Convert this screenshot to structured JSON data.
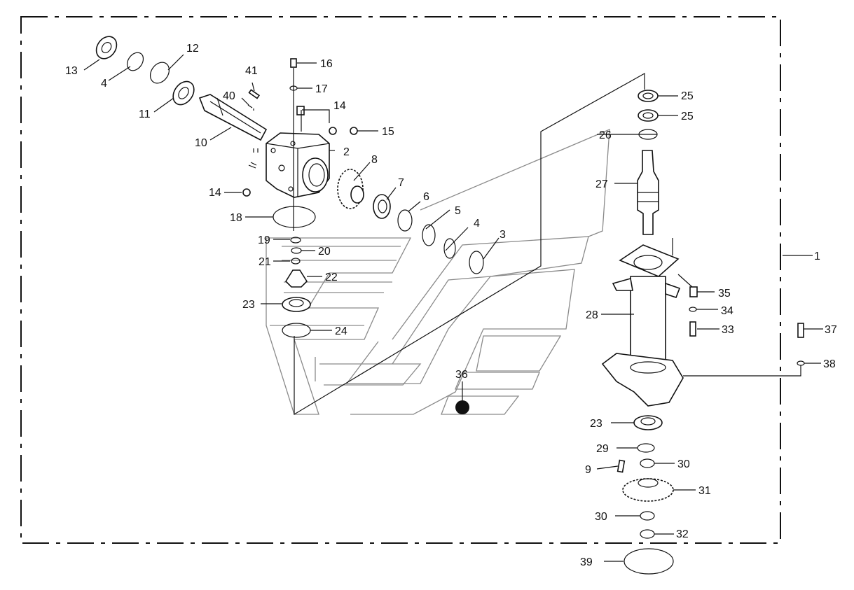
{
  "diagram": {
    "type": "exploded-parts-view",
    "labels": [
      {
        "id": "lbl-1",
        "text": "1"
      },
      {
        "id": "lbl-2",
        "text": "2"
      },
      {
        "id": "lbl-3",
        "text": "3"
      },
      {
        "id": "lbl-4a",
        "text": "4"
      },
      {
        "id": "lbl-4b",
        "text": "4"
      },
      {
        "id": "lbl-5",
        "text": "5"
      },
      {
        "id": "lbl-6",
        "text": "6"
      },
      {
        "id": "lbl-7",
        "text": "7"
      },
      {
        "id": "lbl-8",
        "text": "8"
      },
      {
        "id": "lbl-9",
        "text": "9"
      },
      {
        "id": "lbl-10",
        "text": "10"
      },
      {
        "id": "lbl-11",
        "text": "11"
      },
      {
        "id": "lbl-12",
        "text": "12"
      },
      {
        "id": "lbl-13",
        "text": "13"
      },
      {
        "id": "lbl-14a",
        "text": "14"
      },
      {
        "id": "lbl-14b",
        "text": "14"
      },
      {
        "id": "lbl-15",
        "text": "15"
      },
      {
        "id": "lbl-16",
        "text": "16"
      },
      {
        "id": "lbl-17",
        "text": "17"
      },
      {
        "id": "lbl-18",
        "text": "18"
      },
      {
        "id": "lbl-19",
        "text": "19"
      },
      {
        "id": "lbl-20",
        "text": "20"
      },
      {
        "id": "lbl-21",
        "text": "21"
      },
      {
        "id": "lbl-22",
        "text": "22"
      },
      {
        "id": "lbl-23a",
        "text": "23"
      },
      {
        "id": "lbl-23b",
        "text": "23"
      },
      {
        "id": "lbl-24",
        "text": "24"
      },
      {
        "id": "lbl-25a",
        "text": "25"
      },
      {
        "id": "lbl-25b",
        "text": "25"
      },
      {
        "id": "lbl-26",
        "text": "26"
      },
      {
        "id": "lbl-27",
        "text": "27"
      },
      {
        "id": "lbl-28",
        "text": "28"
      },
      {
        "id": "lbl-29",
        "text": "29"
      },
      {
        "id": "lbl-30a",
        "text": "30"
      },
      {
        "id": "lbl-30b",
        "text": "30"
      },
      {
        "id": "lbl-31",
        "text": "31"
      },
      {
        "id": "lbl-32",
        "text": "32"
      },
      {
        "id": "lbl-33",
        "text": "33"
      },
      {
        "id": "lbl-34",
        "text": "34"
      },
      {
        "id": "lbl-35",
        "text": "35"
      },
      {
        "id": "lbl-36",
        "text": "36"
      },
      {
        "id": "lbl-37",
        "text": "37"
      },
      {
        "id": "lbl-38",
        "text": "38"
      },
      {
        "id": "lbl-39",
        "text": "39"
      },
      {
        "id": "lbl-40",
        "text": "40"
      },
      {
        "id": "lbl-41",
        "text": "41"
      }
    ]
  }
}
